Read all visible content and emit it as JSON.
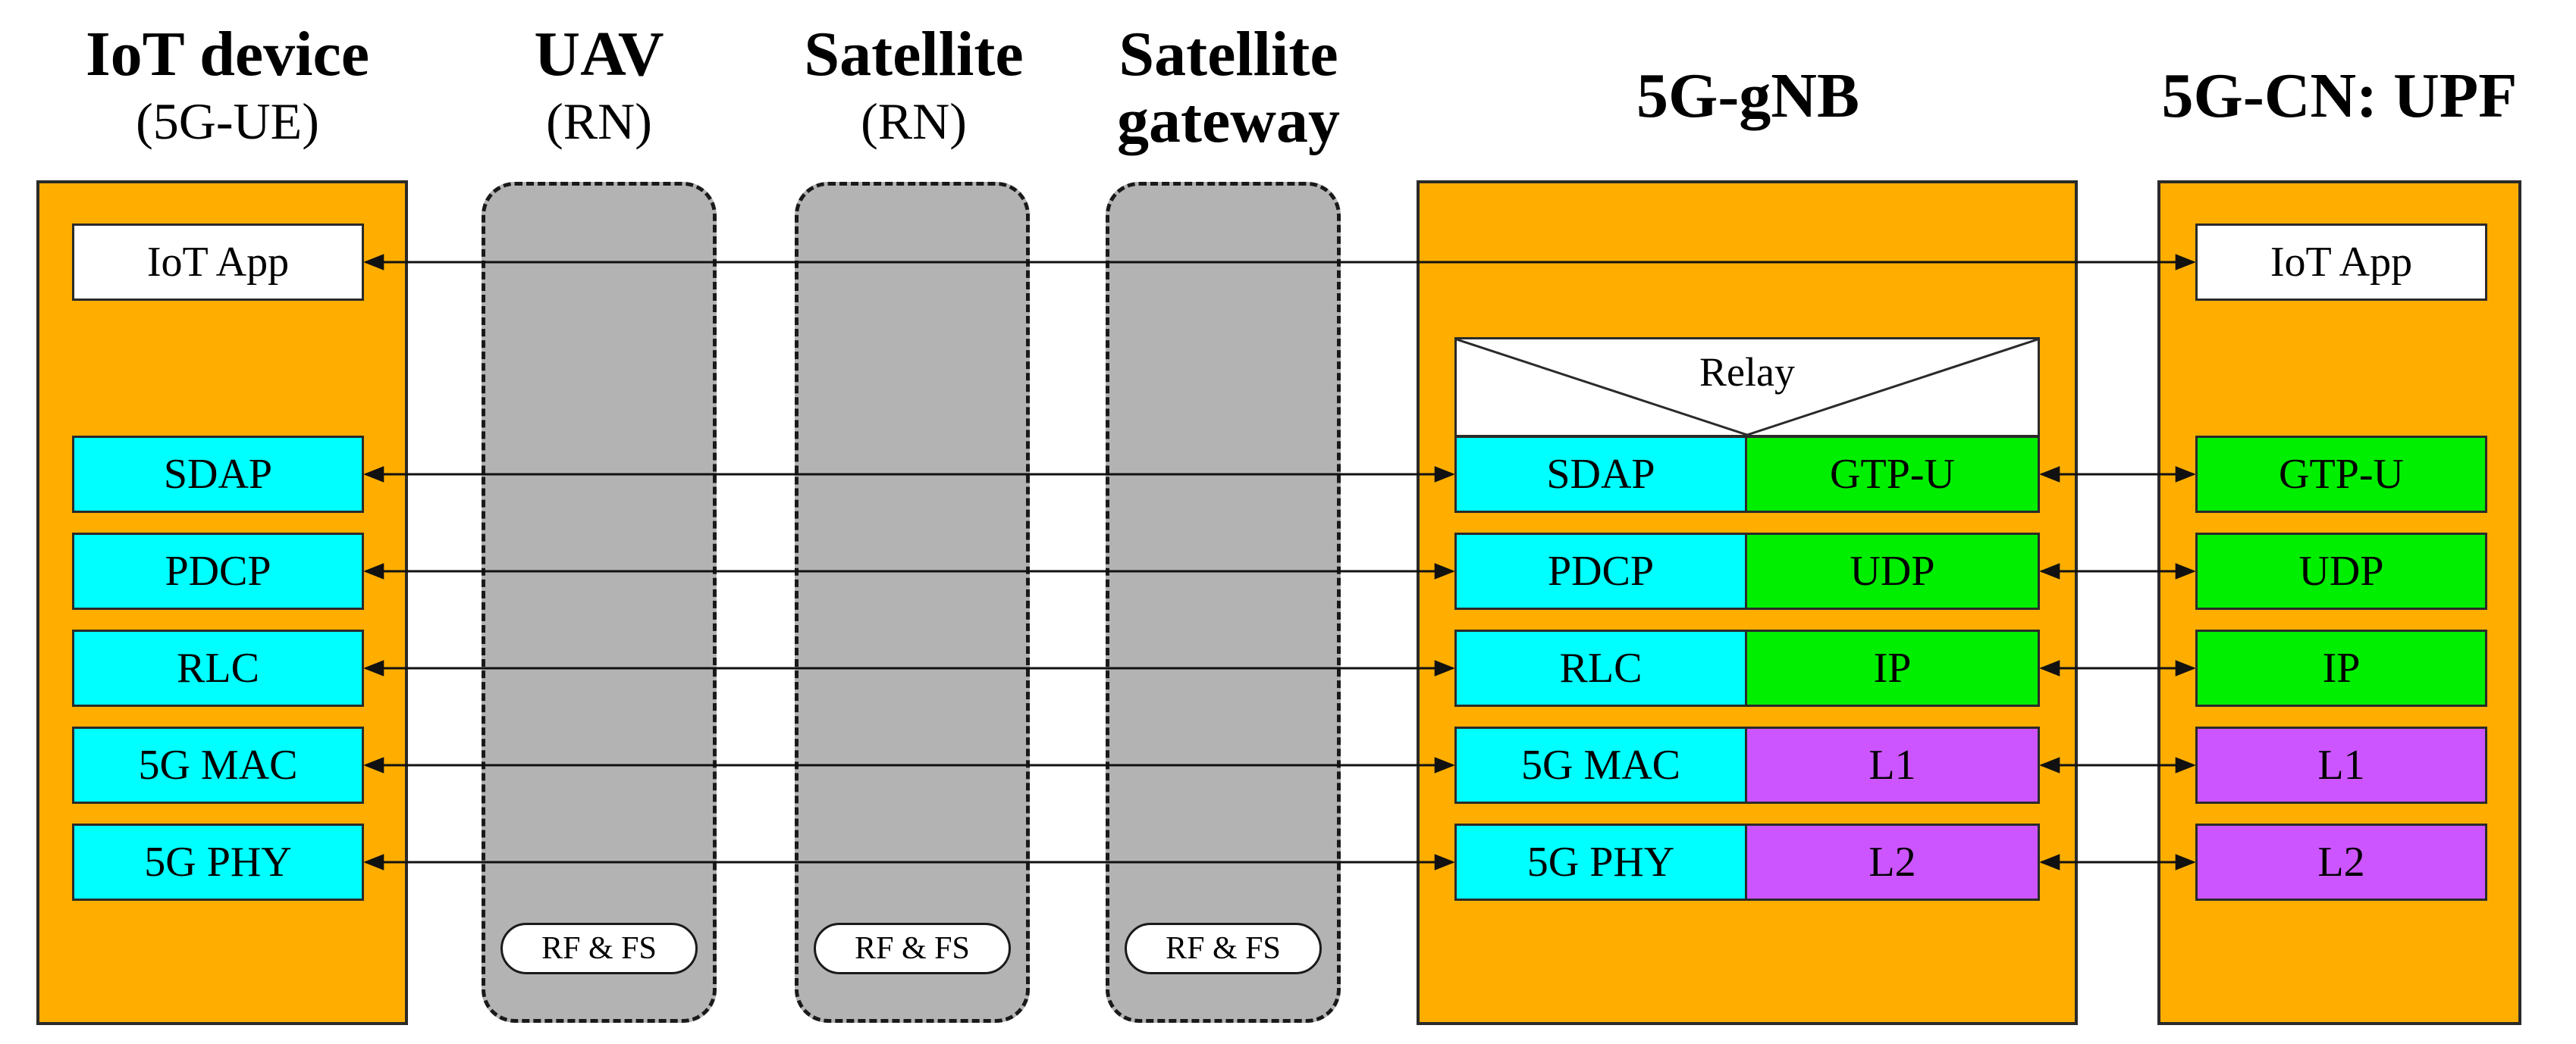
{
  "headers": {
    "iot": {
      "title": "IoT device",
      "subtitle": "(5G-UE)"
    },
    "uav": {
      "title": "UAV",
      "subtitle": "(RN)"
    },
    "sat": {
      "title": "Satellite",
      "subtitle": "(RN)"
    },
    "satgw": {
      "title": "Satellite",
      "subtitle": "gateway"
    },
    "gnb": {
      "title": "5G-gNB"
    },
    "upf": {
      "title": "5G-CN: UPF"
    }
  },
  "relay_nodes": {
    "uav_label": "RF & FS",
    "sat_label": "RF & FS",
    "satgw_label": "RF & FS"
  },
  "iot_stack": {
    "app": "IoT App",
    "layers": [
      "SDAP",
      "PDCP",
      "RLC",
      "5G MAC",
      "5G PHY"
    ]
  },
  "gnb_stack": {
    "relay": "Relay",
    "left": [
      "SDAP",
      "PDCP",
      "RLC",
      "5G MAC",
      "5G PHY"
    ],
    "right": [
      "GTP-U",
      "UDP",
      "IP",
      "L1",
      "L2"
    ]
  },
  "upf_stack": {
    "app": "IoT App",
    "layers": [
      "GTP-U",
      "UDP",
      "IP",
      "L1",
      "L2"
    ]
  },
  "colors": {
    "node": "#FFAE00",
    "relay_node": "#B3B3B3",
    "radio_layer": "#00FFFF",
    "transport_layer": "#00EE00",
    "lower_layer": "#CC55FF"
  }
}
